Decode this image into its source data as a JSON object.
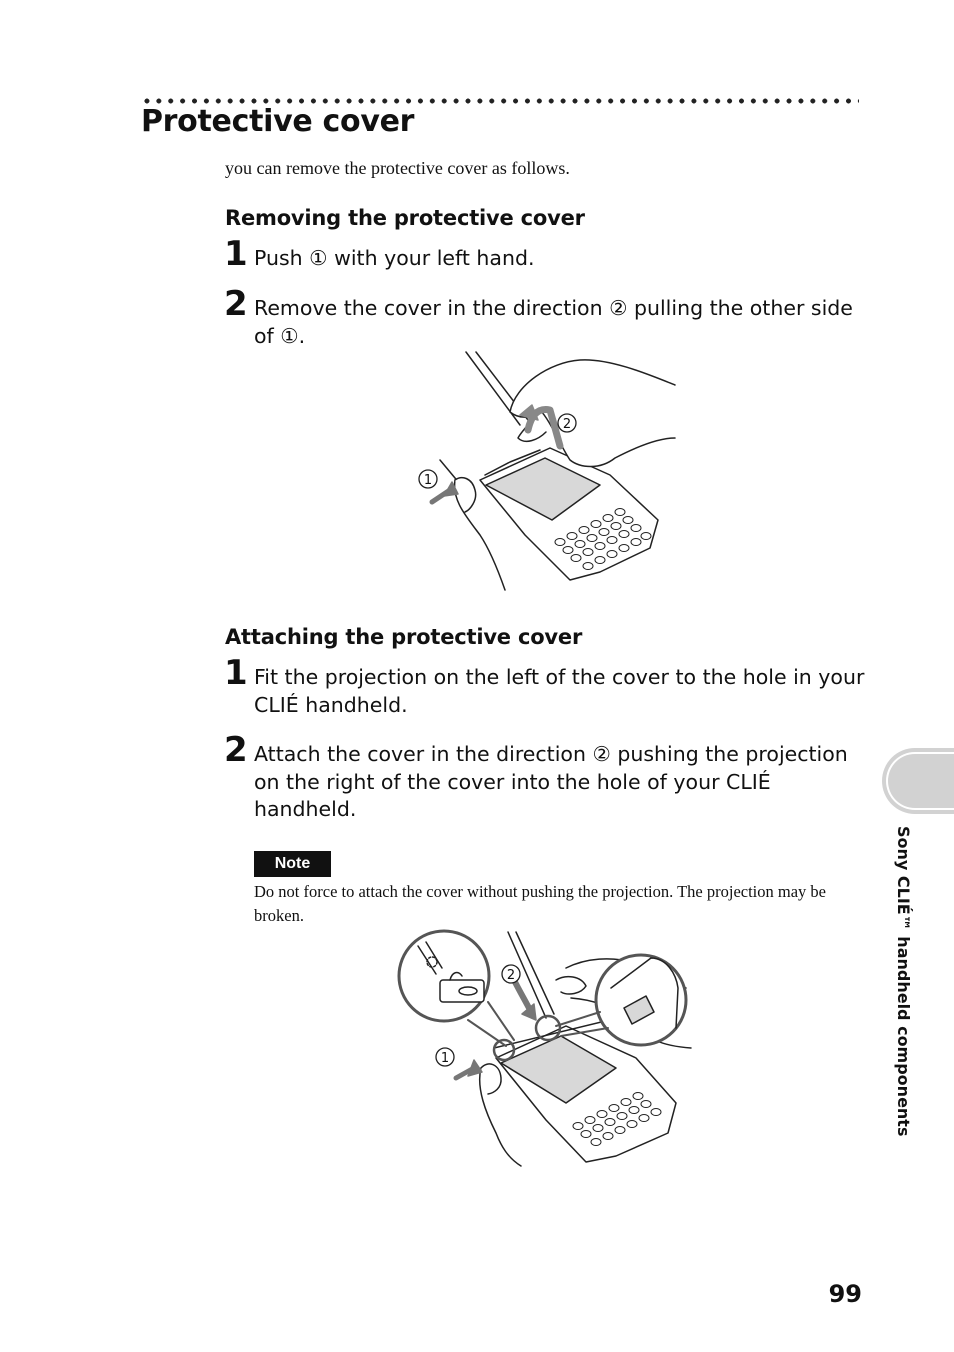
{
  "page": {
    "title": "Protective cover",
    "intro": "you can remove the protective cover as follows.",
    "page_number": "99",
    "side_label": "Sony CLIÉ™ handheld components"
  },
  "removing": {
    "heading": "Removing the protective cover",
    "steps": [
      {
        "number": "1",
        "text": "Push ① with your left hand."
      },
      {
        "number": "2",
        "text": "Remove the cover in the direction ② pulling the other side of ①."
      }
    ],
    "figure": {
      "callout_1": "1",
      "callout_2": "2"
    }
  },
  "attaching": {
    "heading": "Attaching the protective cover",
    "steps": [
      {
        "number": "1",
        "text": "Fit the projection on the left of the cover to the hole in your CLIÉ handheld."
      },
      {
        "number": "2",
        "text": "Attach the cover in the direction ② pushing the projection on the right of the cover into the hole of your CLIÉ handheld."
      }
    ],
    "note_label": "Note",
    "note_text": "Do not force to attach the cover without pushing the projection. The projection may be broken.",
    "figure": {
      "callout_1": "1",
      "callout_2": "2"
    }
  }
}
